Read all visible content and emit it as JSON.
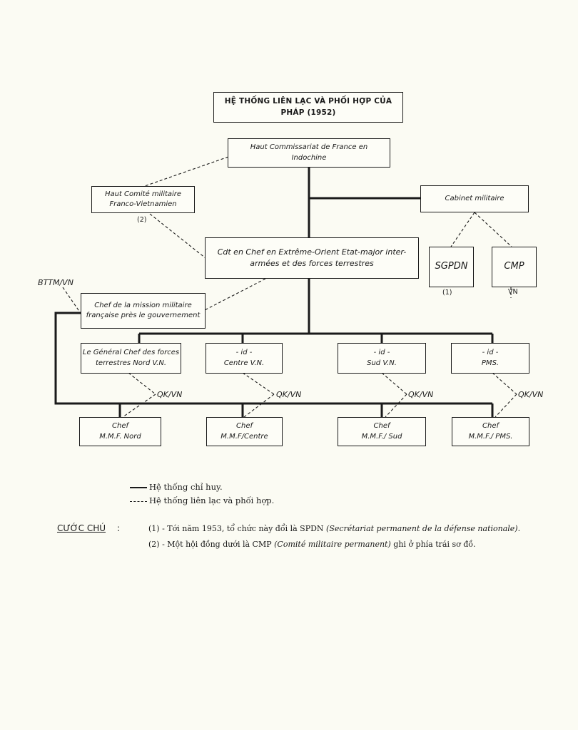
{
  "title": {
    "line1": "HỆ THỐNG LIÊN LẠC VÀ PHỐI HỢP CỦA",
    "line2": "PHÁP (1952)"
  },
  "nodes": {
    "haut_commissariat": {
      "line1": "Haut Commissariat de France en",
      "line2": "Indochine"
    },
    "haut_comite": {
      "line1": "Haut Comité militaire",
      "line2": "Franco-Vietnamien"
    },
    "cabinet": {
      "line1": "Cabinet militaire"
    },
    "cdt_chef": {
      "line1": "Cdt en Chef en Extrême-Orient Etat-major inter-",
      "line2": "armées et des forces terrestres"
    },
    "sgpdn": {
      "line1": "SGPDN"
    },
    "cmp": {
      "line1": "CMP"
    },
    "chef_mission": {
      "line1": "Chef de la mission militaire",
      "line2": "française près le gouvernement"
    },
    "general_nord": {
      "line1": "Le Général Chef des forces",
      "line2": "terrestres Nord V.N."
    },
    "centre": {
      "line1": "- id -",
      "line2": "Centre V.N."
    },
    "sud": {
      "line1": "- id -",
      "line2": "Sud V.N."
    },
    "pms": {
      "line1": "- id -",
      "line2": "PMS."
    },
    "mmf_nord": {
      "line1": "Chef",
      "line2": "M.M.F.  Nord"
    },
    "mmf_centre": {
      "line1": "Chef",
      "line2": "M.M.F/Centre"
    },
    "mmf_sud": {
      "line1": "Chef",
      "line2": "M.M.F./ Sud"
    },
    "mmf_pms": {
      "line1": "Chef",
      "line2": "M.M.F./ PMS."
    }
  },
  "labels": {
    "bttm": "BTTM/VN",
    "qk": "QK/VN",
    "vn": "VN",
    "note1_marker": "(1)",
    "note2_marker": "(2)"
  },
  "legend": {
    "command": "Hệ thống chỉ huy.",
    "liaison": "Hệ thống liên lạc và phối hợp."
  },
  "notes": {
    "heading": "CƯỚC CHÚ",
    "colon": ":",
    "n1_prefix": "(1) - Tới năm 1953, tổ chức này đổi là SPDN ",
    "n1_italic": "(Secrétariat permanent de la défense nationale).",
    "n2_prefix": "(2) - Một hội đồng dưới là CMP ",
    "n2_italic": "(Comité militaire permanent)",
    "n2_suffix": " ghi ở phía trái sơ đồ."
  }
}
